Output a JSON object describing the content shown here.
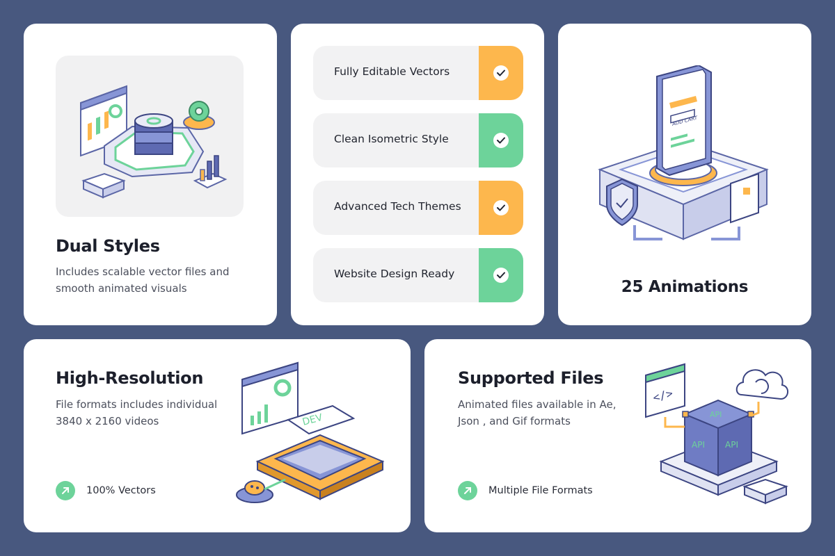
{
  "colors": {
    "background": "#48587f",
    "orange": "#fdb74d",
    "green": "#6dd39a",
    "blue_accent": "#8795d6"
  },
  "dual": {
    "title": "Dual Styles",
    "description": "Includes scalable vector files and\nsmooth animated visuals",
    "illustration_icon": "server-dashboard-illustration-icon"
  },
  "features": [
    {
      "label": "Fully Editable Vectors",
      "accent": "orange"
    },
    {
      "label": "Clean Isometric Style",
      "accent": "green"
    },
    {
      "label": "Advanced Tech Themes",
      "accent": "orange"
    },
    {
      "label": "Website Design Ready",
      "accent": "green"
    }
  ],
  "animations": {
    "title": "25 Animations",
    "phone_button": "ADD CART",
    "illustration_icon": "phone-shop-illustration-icon"
  },
  "hires": {
    "title": "High-Resolution",
    "description": "File formats includes individual\n3840 x 2160 videos",
    "badge": "100% Vectors",
    "chip_label": "DEV",
    "illustration_icon": "chip-dev-illustration-icon"
  },
  "files": {
    "title": "Supported Files",
    "description": "Animated files available in Ae,\nJson , and Gif formats",
    "badge": "Multiple File Formats",
    "code_label": "</>",
    "cube_label": "API",
    "illustration_icon": "api-cube-illustration-icon"
  }
}
